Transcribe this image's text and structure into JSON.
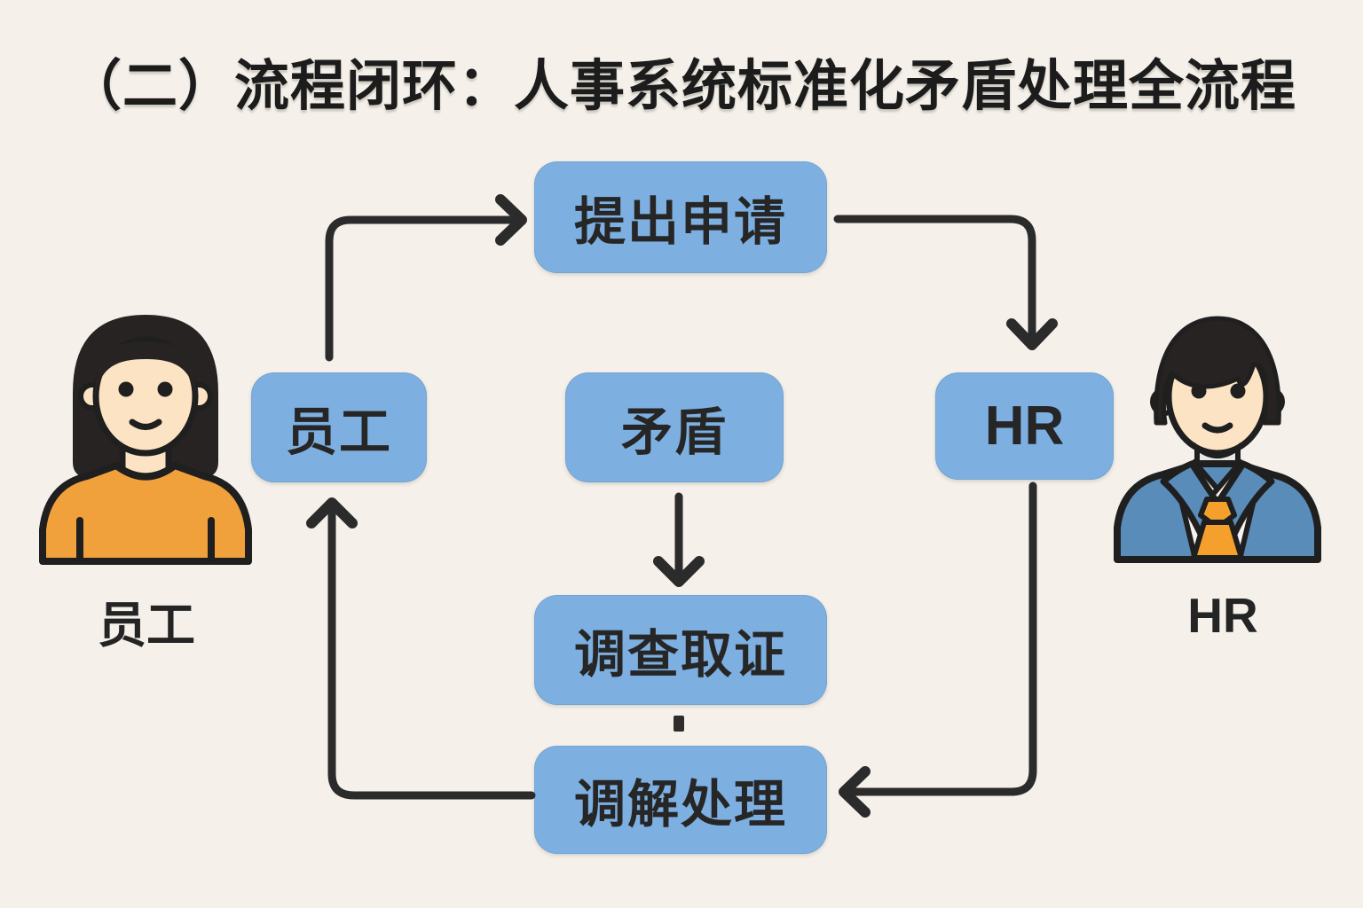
{
  "title": "（二）流程闭环：人事系统标准化矛盾处理全流程",
  "flowchart": {
    "nodes": {
      "application": {
        "label": "提出申请"
      },
      "employee": {
        "label": "员工"
      },
      "conflict": {
        "label": "矛盾"
      },
      "hr": {
        "label": "HR"
      },
      "investigation": {
        "label": "调查取证"
      },
      "mediation": {
        "label": "调解处理"
      }
    },
    "edges": [
      {
        "from": "employee",
        "to": "application",
        "shape": "up-then-right"
      },
      {
        "from": "application",
        "to": "hr",
        "shape": "right-then-down"
      },
      {
        "from": "hr",
        "to": "mediation",
        "shape": "down-then-left"
      },
      {
        "from": "mediation",
        "to": "employee",
        "shape": "left-then-up"
      },
      {
        "from": "conflict",
        "to": "investigation",
        "shape": "straight-down"
      }
    ],
    "connector_note": "short dash between investigation and mediation"
  },
  "actors": {
    "employee": {
      "caption": "员工",
      "figure": "woman-orange-shirt"
    },
    "hr": {
      "caption": "HR",
      "figure": "man-blue-suit-orange-tie"
    }
  },
  "colors": {
    "background": "#F5F1EA",
    "node_fill": "#7DAFE0",
    "node_text": "#262626",
    "arrow": "#2B2B2B",
    "title_text": "#1C1C1C",
    "employee_shirt": "#F1A13B",
    "hr_suit": "#5A8CB9",
    "hr_tie": "#F5A02D",
    "skin": "#FBE3C3",
    "hair": "#272322"
  }
}
